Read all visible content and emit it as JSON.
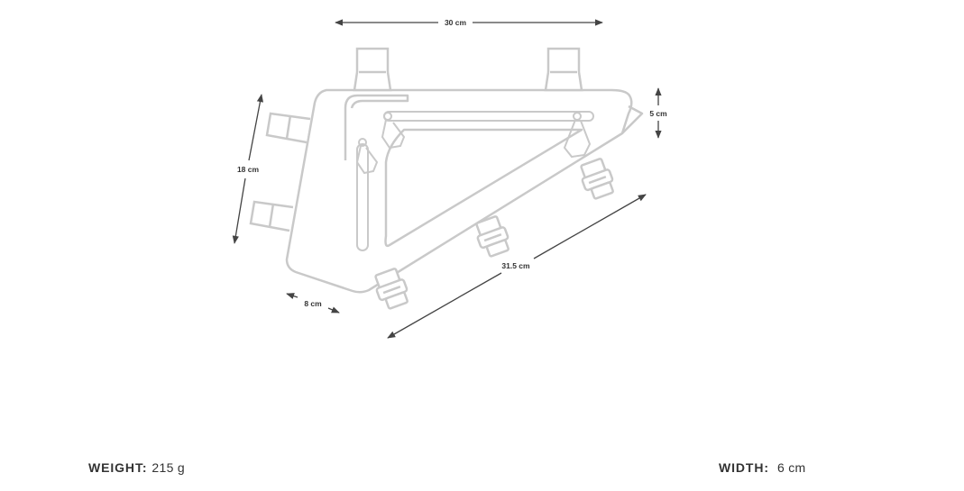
{
  "dimensions": {
    "top_length": "30 cm",
    "height": "18 cm",
    "front_depth": "5 cm",
    "diagonal": "31.5 cm",
    "bottom_front": "8 cm"
  },
  "specs": {
    "weight_label": "WEIGHT:",
    "weight_value": "215 g",
    "width_label": "WIDTH:",
    "width_value": "6 cm"
  },
  "colors": {
    "outline": "#c9c9c9",
    "dimension_lines": "#444444",
    "text": "#333333"
  }
}
